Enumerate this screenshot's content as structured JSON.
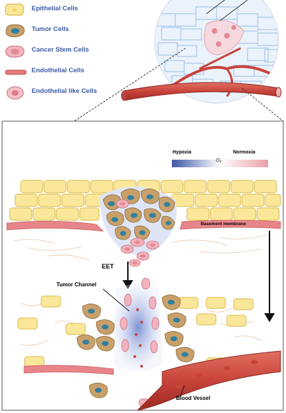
{
  "legend": {
    "items": [
      {
        "label": "Epithelial Cells",
        "icon": "epithelial-cell-icon"
      },
      {
        "label": "Tumor Cells",
        "icon": "tumor-cell-icon"
      },
      {
        "label": "Cancer Stem Cells",
        "icon": "cancer-stem-cell-icon"
      },
      {
        "label": "Endothelial Cells",
        "icon": "endothelial-cell-icon"
      },
      {
        "label": "Endothelial like Cells",
        "icon": "endothelial-like-cell-icon"
      }
    ]
  },
  "oxygen_scale": {
    "low_label": "Hypoxia",
    "high_label": "Normoxia",
    "symbol": "O₂",
    "low_color": "#3c55a5",
    "high_color": "#e8a0a8"
  },
  "labels": {
    "basement_membrane": "Basement membrane",
    "eet": "EET",
    "tumor_channel": "Tumor Channel",
    "blood_vessel": "Blood Vessel"
  },
  "colors": {
    "legend_text": "#3b5ba5",
    "epithelial_fill": "#fbe79a",
    "epithelial_stroke": "#d9b94a",
    "tumor_fill": "#c9a06a",
    "tumor_nucleus": "#2f7fa0",
    "stem_fill": "#f2b3bc",
    "vessel": "#d9534f"
  }
}
